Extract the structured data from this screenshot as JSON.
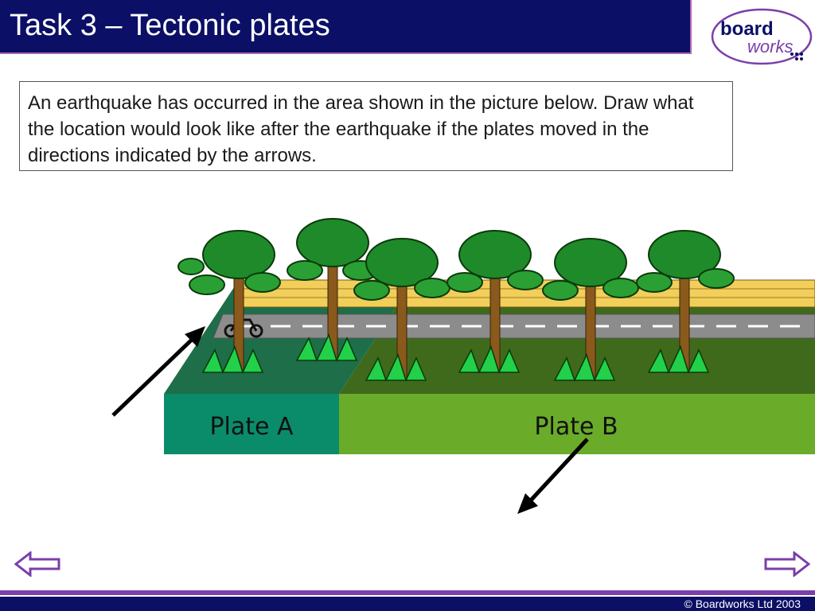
{
  "slide": {
    "title": "Task 3 – Tectonic plates",
    "instructions": "An earthquake has occurred in the area shown in the picture below. Draw what the location would look like after the earthquake if the plates moved in the directions indicated by the arrows."
  },
  "logo": {
    "line1": "board",
    "line2": "works"
  },
  "scene": {
    "plate_a_label": "Plate A",
    "plate_b_label": "Plate B"
  },
  "navigation": {
    "prev_icon": "arrow-left-icon",
    "next_icon": "arrow-right-icon"
  },
  "footer": {
    "copyright": "© Boardworks Ltd 2003"
  },
  "colors": {
    "title_bg": "#0b0f66",
    "accent_purple": "#7a3fa8",
    "plate_a": "#0a8c6a",
    "plate_b": "#6aab2a"
  }
}
